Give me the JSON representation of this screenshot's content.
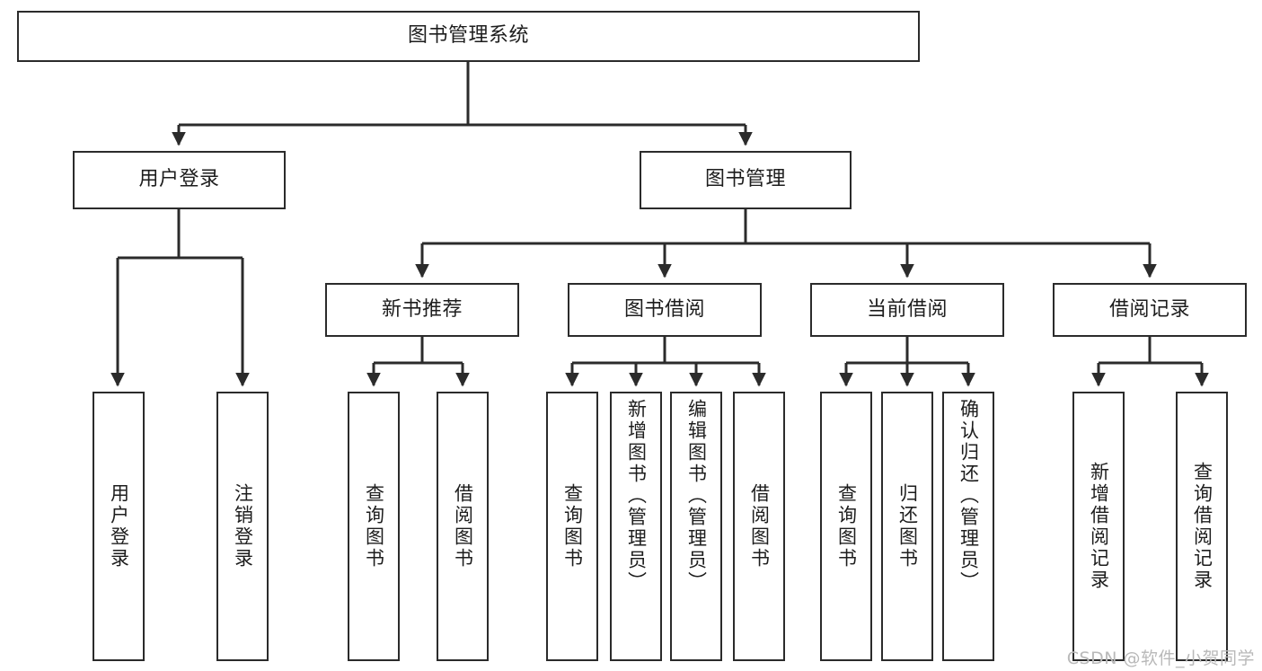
{
  "diagram": {
    "title": "图书管理系统",
    "watermark": "CSDN @软件_小贺同学",
    "line_color": "#2b2b2b",
    "box_fill": "#ffffff",
    "text_color": "#1d1d1d",
    "background": "#ffffff",
    "root": {
      "label": "图书管理系统"
    },
    "level2": [
      {
        "label": "用户登录"
      },
      {
        "label": "图书管理"
      }
    ],
    "level3": [
      {
        "label": "新书推荐"
      },
      {
        "label": "图书借阅"
      },
      {
        "label": "当前借阅"
      },
      {
        "label": "借阅记录"
      }
    ],
    "leaves": {
      "user_login": [
        {
          "label": "用户登录"
        },
        {
          "label": "注销登录"
        }
      ],
      "new_book_recommend": [
        {
          "label": "查询图书"
        },
        {
          "label": "借阅图书"
        }
      ],
      "book_borrow": [
        {
          "label": "查询图书"
        },
        {
          "label": "新增图书（管理员）"
        },
        {
          "label": "编辑图书（管理员）"
        },
        {
          "label": "借阅图书"
        }
      ],
      "current_borrow": [
        {
          "label": "查询图书"
        },
        {
          "label": "归还图书"
        },
        {
          "label": "确认归还（管理员）"
        }
      ],
      "borrow_record": [
        {
          "label": "新增借阅记录"
        },
        {
          "label": "查询借阅记录"
        }
      ]
    }
  }
}
